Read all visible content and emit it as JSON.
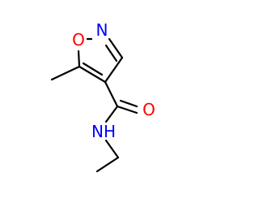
{
  "molecule": {
    "atoms": {
      "oxygen_ring": {
        "symbol": "O",
        "color": "#ff0000"
      },
      "nitrogen_ring": {
        "symbol": "N",
        "color": "#0000ff"
      },
      "oxygen_carbonyl": {
        "symbol": "O",
        "color": "#ff0000"
      },
      "nitrogen_amide": {
        "symbol": "NH",
        "color": "#0000ff"
      }
    },
    "bond_color": "#000000"
  }
}
